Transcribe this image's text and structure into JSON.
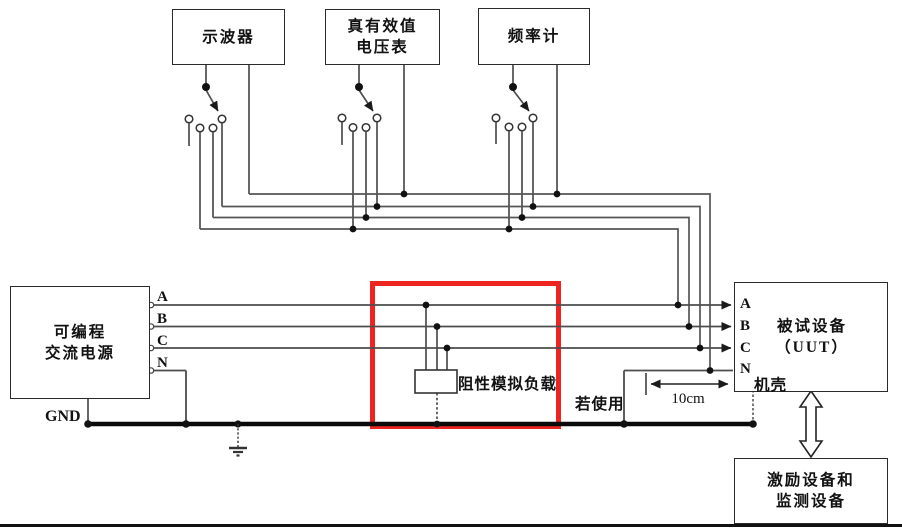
{
  "diagram": {
    "title_hint": "three-phase UUT measurement wiring diagram",
    "instruments": {
      "oscilloscope": {
        "label": "示波器"
      },
      "voltmeter": {
        "line1": "真有效值",
        "line2": "电压表"
      },
      "frequency_counter": {
        "label": "频率计"
      }
    },
    "ac_source": {
      "line1": "可编程",
      "line2": "交流电源"
    },
    "uut": {
      "line1": "被试设备",
      "line2": "（UUT）",
      "chassis_label": "机壳"
    },
    "excitation": {
      "line1": "激励设备和",
      "line2": "监测设备"
    },
    "load": {
      "label": "阻性模拟负载"
    },
    "annotations": {
      "gnd": "GND",
      "if_used": "若使用",
      "distance": "10cm"
    },
    "terminals": {
      "source": [
        "A",
        "B",
        "C",
        "N"
      ],
      "uut": [
        "A",
        "B",
        "C",
        "N"
      ]
    },
    "colors": {
      "highlight": "#ee2420",
      "wire": "#4d4d4d",
      "bus": "#0a0a0a"
    }
  }
}
